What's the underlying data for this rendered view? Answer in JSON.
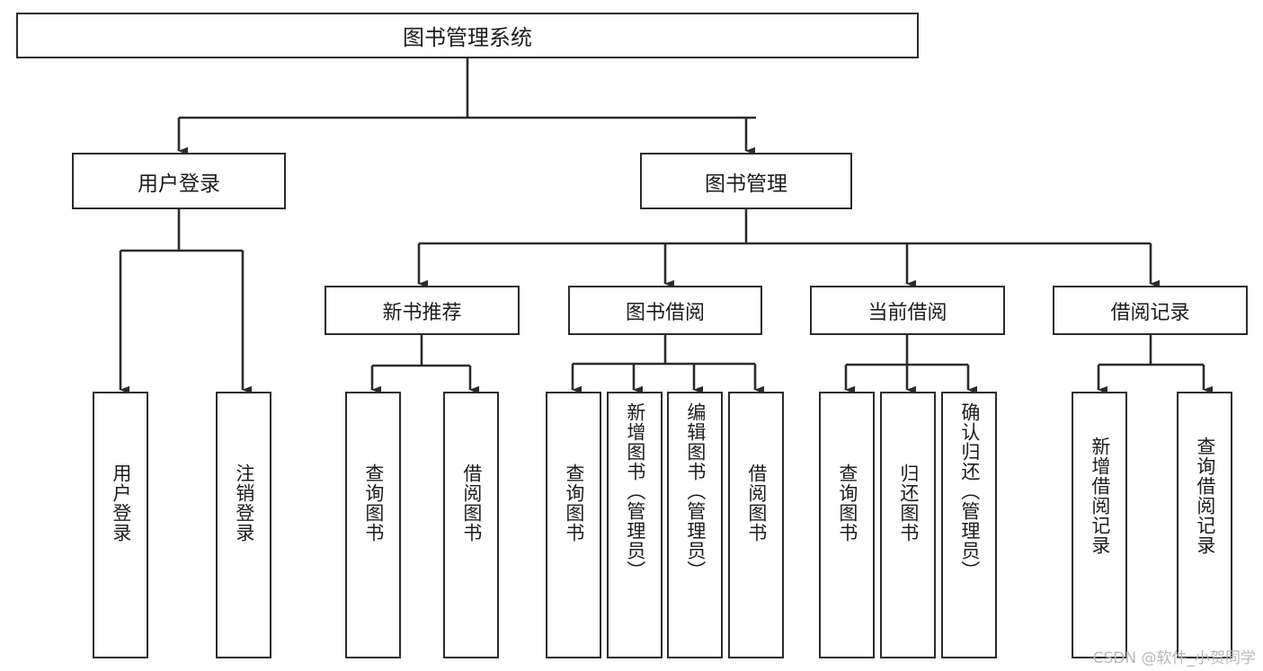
{
  "diagram": {
    "title": "图书管理系统",
    "type": "tree-hierarchy-diagram",
    "orientation": "top-down",
    "colors": {
      "box_border": "#2b2b2b",
      "box_fill": "#ffffff",
      "connector": "#2b2b2b",
      "text": "#1c1c1c",
      "watermark": "#b9b9b9",
      "background": "#ffffff"
    }
  },
  "root": {
    "label": "图书管理系统"
  },
  "level2": [
    {
      "label": "用户登录"
    },
    {
      "label": "图书管理"
    }
  ],
  "level3": [
    {
      "label": "新书推荐"
    },
    {
      "label": "图书借阅"
    },
    {
      "label": "当前借阅"
    },
    {
      "label": "借阅记录"
    }
  ],
  "leaves": {
    "user_login": [
      {
        "label": "用户登录"
      },
      {
        "label": "注销登录"
      }
    ],
    "new_book_recommend": [
      {
        "label": "查询图书"
      },
      {
        "label": "借阅图书"
      }
    ],
    "book_borrow": [
      {
        "label": "查询图书"
      },
      {
        "label": "新增图书（管理员）"
      },
      {
        "label": "编辑图书（管理员）"
      },
      {
        "label": "借阅图书"
      }
    ],
    "current_borrow": [
      {
        "label": "查询图书"
      },
      {
        "label": "归还图书"
      },
      {
        "label": "确认归还（管理员）"
      }
    ],
    "borrow_record": [
      {
        "label": "新增借阅记录"
      },
      {
        "label": "查询借阅记录"
      }
    ]
  },
  "watermark": {
    "text": "CSDN @软件_小贺同学"
  }
}
